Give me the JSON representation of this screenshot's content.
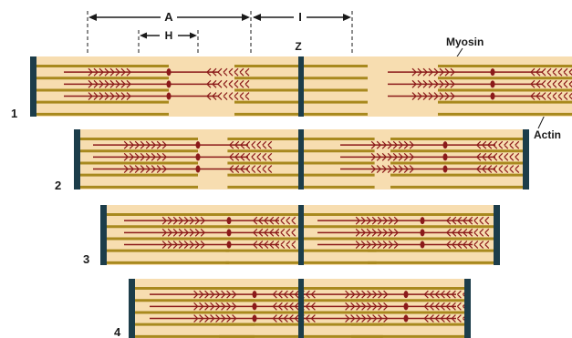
{
  "labels": {
    "a_band": "A",
    "h_zone": "H",
    "i_band": "I",
    "z_line": "Z",
    "myosin": "Myosin",
    "actin": "Actin"
  },
  "stages": [
    {
      "number": "1"
    },
    {
      "number": "2"
    },
    {
      "number": "3"
    },
    {
      "number": "4"
    }
  ],
  "colors": {
    "background": "#ffffff",
    "sarcomere_fill": "#f7ddb0",
    "z_line": "#1c3d4a",
    "actin": "#a8891e",
    "myosin": "#8b1a1a",
    "label": "#1a1a1a"
  }
}
